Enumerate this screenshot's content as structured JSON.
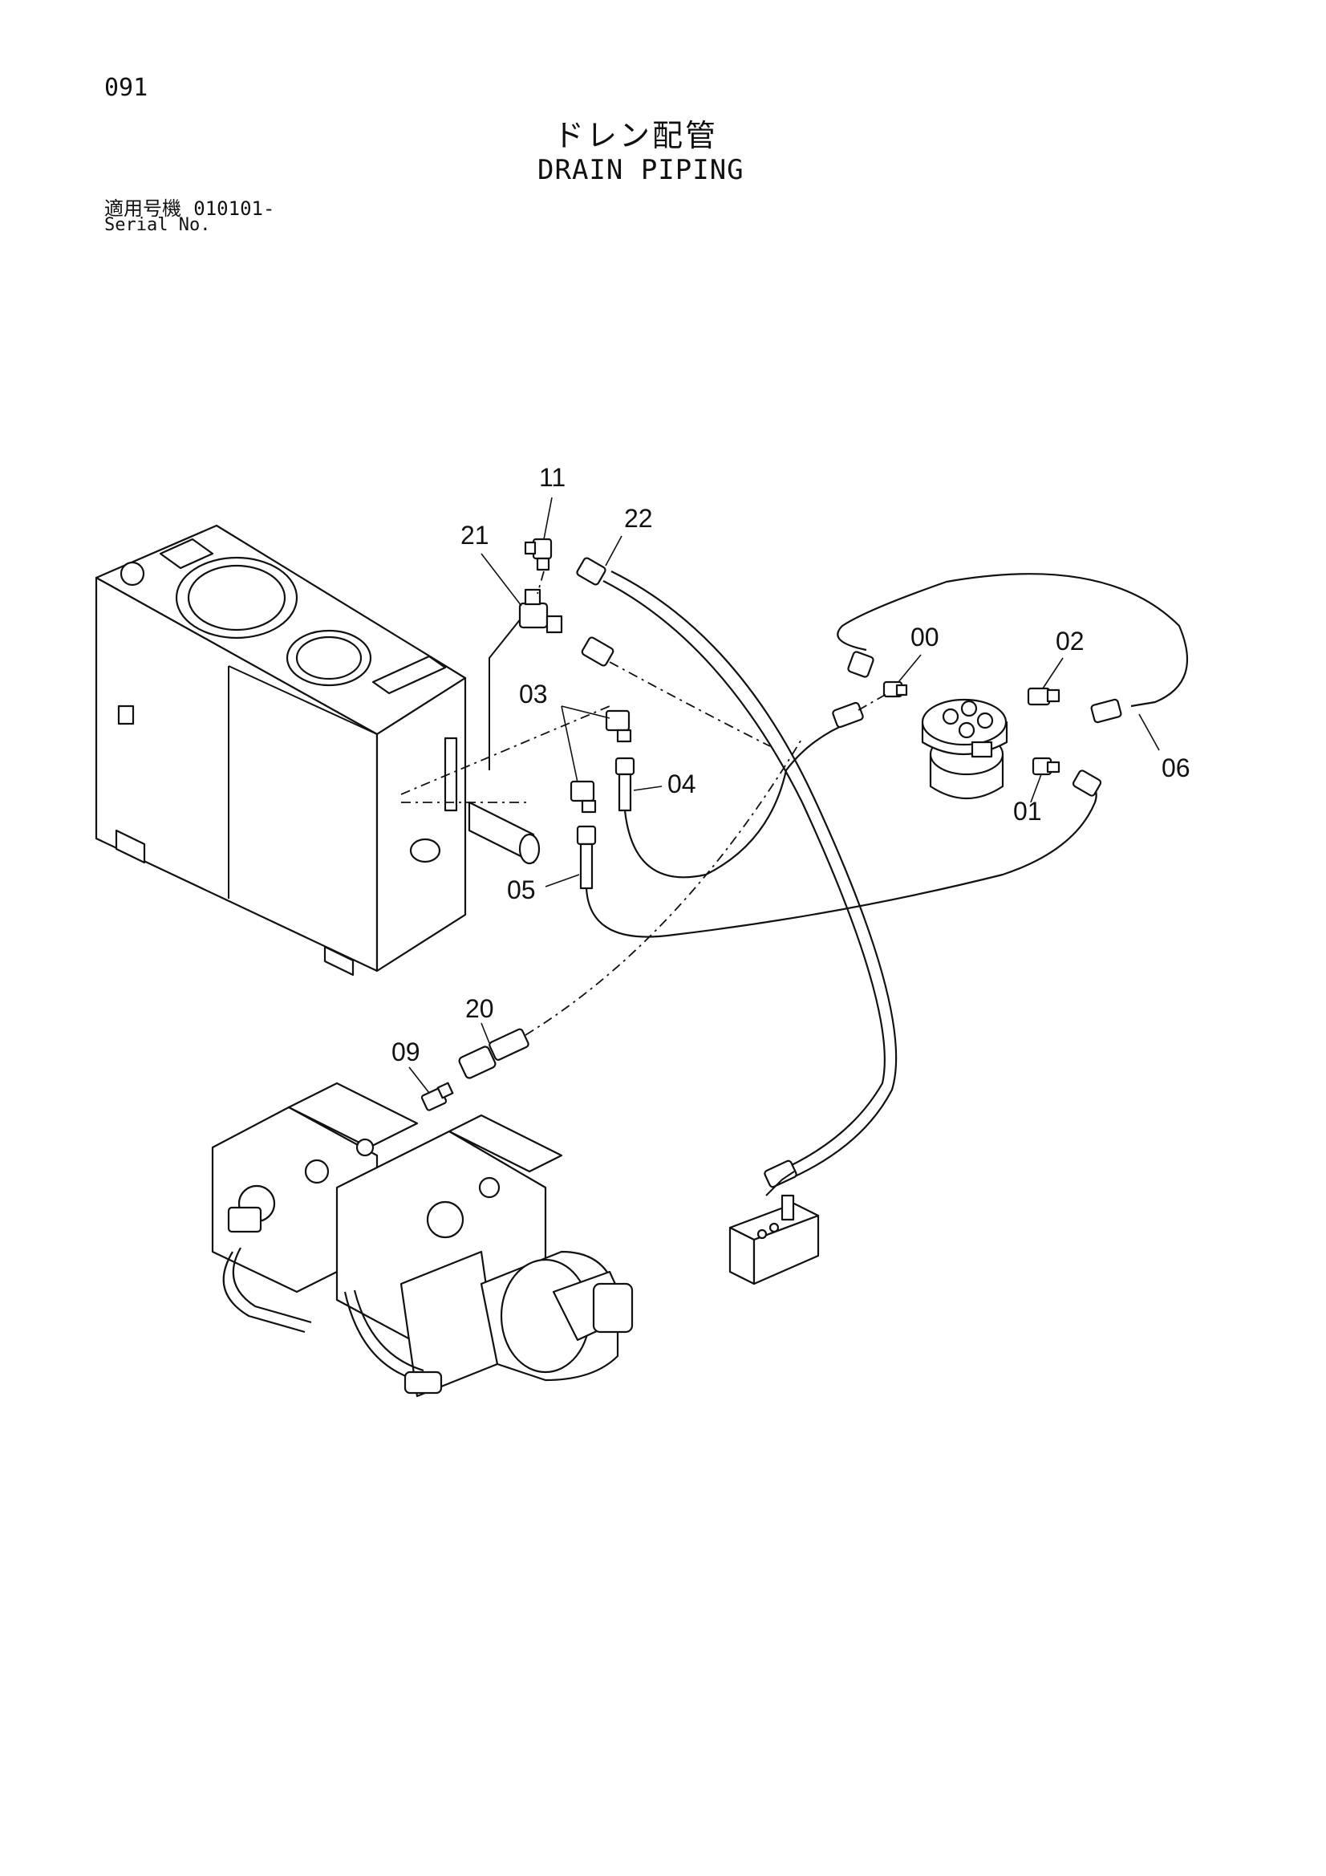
{
  "page_number": "091",
  "title_jp": "ドレン配管",
  "title_en": "DRAIN PIPING",
  "serial_label_jp": "適用号機",
  "serial_value": "010101-",
  "serial_label_en": "Serial No.",
  "callouts": {
    "c00": "00",
    "c01": "01",
    "c02": "02",
    "c03": "03",
    "c04": "04",
    "c05": "05",
    "c06": "06",
    "c09": "09",
    "c11": "11",
    "c20": "20",
    "c21": "21",
    "c22": "22"
  }
}
